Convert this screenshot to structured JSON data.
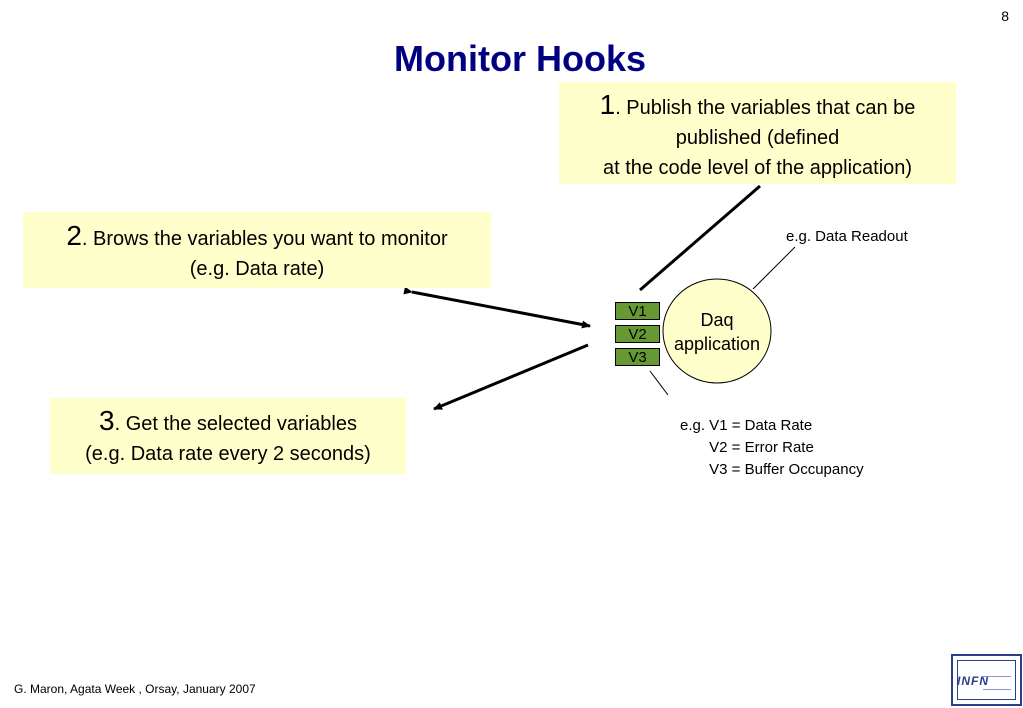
{
  "slide_number": "8",
  "title": "Monitor Hooks",
  "box1": {
    "num": "1",
    "line1": ". Publish the variables that can be",
    "line2": "published (defined",
    "line3": "at the code level of the application)"
  },
  "box2": {
    "num": "2",
    "line1": ". Brows the variables you want to monitor",
    "line2": "(e.g. Data rate)"
  },
  "box3": {
    "num": "3",
    "line1": ". Get the selected variables",
    "line2": "(e.g. Data rate every 2 seconds)"
  },
  "variables": [
    "V1",
    "V2",
    "V3"
  ],
  "daq": {
    "line1": "Daq",
    "line2": "application"
  },
  "readout_label": "e.g. Data Readout",
  "examples": [
    "e.g. V1 = Data Rate",
    "       V2 = Error Rate",
    "       V3 = Buffer Occupancy"
  ],
  "footer": "G. Maron, Agata Week , Orsay, January  2007",
  "logo_text": "INFN",
  "colors": {
    "title": "#000080",
    "box_fill": "#ffffcc",
    "var_fill": "#669933",
    "logo": "#2a3e8c"
  }
}
